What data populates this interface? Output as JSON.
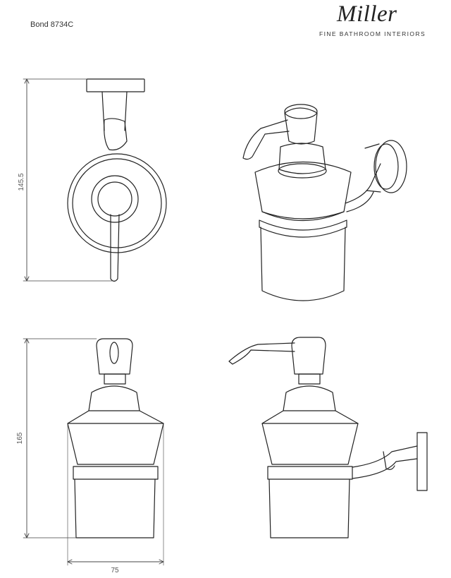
{
  "header": {
    "product_code": "Bond 8734C",
    "brand_name": "Miller",
    "brand_tagline": "FINE BATHROOM INTERIORS"
  },
  "dimensions": {
    "top_view_height": "145.5",
    "front_view_height": "165",
    "front_view_width": "75"
  },
  "colors": {
    "line": "#222222",
    "dimension": "#444444"
  }
}
